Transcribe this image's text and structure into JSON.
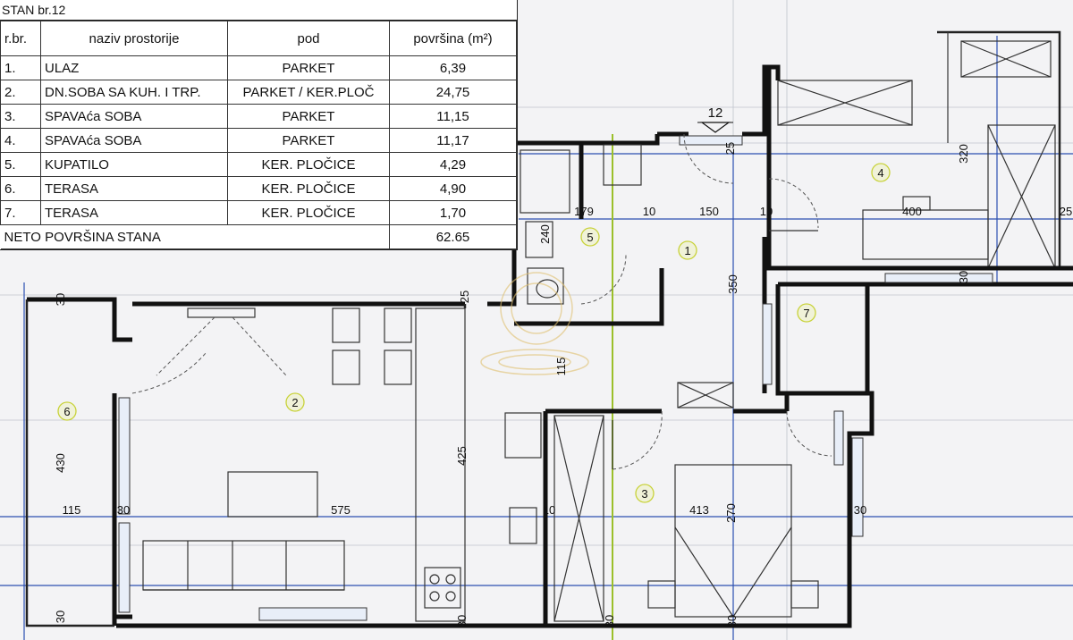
{
  "table": {
    "title": "STAN br.12",
    "headers": [
      "r.br.",
      "naziv prostorije",
      "pod",
      "površina (m²)"
    ],
    "rows": [
      {
        "no": "1.",
        "name": "ULAZ",
        "floor": "PARKET",
        "area": "6,39"
      },
      {
        "no": "2.",
        "name": "DN.SOBA SA KUH. I TRP.",
        "floor": "PARKET / KER.PLOČ",
        "area": "24,75"
      },
      {
        "no": "3.",
        "name": "SPAVAća SOBA",
        "floor": "PARKET",
        "area": "11,15"
      },
      {
        "no": "4.",
        "name": "SPAVAća SOBA",
        "floor": "PARKET",
        "area": "11,17"
      },
      {
        "no": "5.",
        "name": "KUPATILO",
        "floor": "KER. PLOČICE",
        "area": "4,29"
      },
      {
        "no": "6.",
        "name": "TERASA",
        "floor": "KER. PLOČICE",
        "area": "4,90"
      },
      {
        "no": "7.",
        "name": "TERASA",
        "floor": "KER. PLOČICE",
        "area": "1,70"
      }
    ],
    "total_label": "NETO POVRŠINA STANA",
    "total_value": "62.65"
  },
  "plan": {
    "apartment_marker": "12",
    "room_numbers": {
      "r1": "1",
      "r2": "2",
      "r3": "3",
      "r4": "4",
      "r5": "5",
      "r6": "6",
      "r7": "7"
    },
    "dimensions": {
      "d179": "179",
      "d10a": "10",
      "d150": "150",
      "d10b": "10",
      "d400": "400",
      "d25a": "25",
      "d25b": "25",
      "d320": "320",
      "d240": "240",
      "d350": "350",
      "d30a": "30",
      "d30b": "30",
      "d25c": "25",
      "d115a": "115",
      "d430": "430",
      "d115b": "115",
      "d30c": "30",
      "d575": "575",
      "d425": "425",
      "d10c": "10",
      "d413": "413",
      "d270": "270",
      "d30d": "30",
      "d30e": "30",
      "d30f": "30",
      "d30g": "30",
      "d30h": "30"
    }
  },
  "colors": {
    "wall": "#111111",
    "axis_blue": "#2b4fb0",
    "axis_green": "#9bbf2a",
    "room_marker": "#c8d23a",
    "watermark": "#e0c070"
  }
}
